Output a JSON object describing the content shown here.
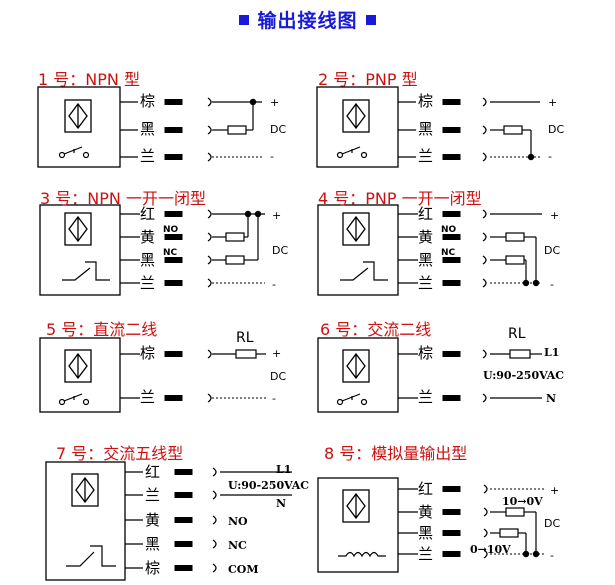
{
  "title": "输出接线图",
  "wires": {
    "brown": "棕",
    "black": "黑",
    "blue": "兰",
    "red": "红",
    "yellow": "黄"
  },
  "symbols": {
    "plus": "+",
    "minus": "-",
    "dc": "DC",
    "no": "NO",
    "nc": "NC",
    "com": "COM",
    "l1": "L1",
    "n": "N",
    "rl": "RL",
    "v_ac": "U:90-250VAC",
    "range_10_0": "10→0V",
    "range_0_10": "0→10V"
  },
  "sections": [
    {
      "title": "1 号：NPN 型"
    },
    {
      "title": "2 号：PNP 型"
    },
    {
      "title": "3 号：NPN 一开一闭型"
    },
    {
      "title": "4 号：PNP 一开一闭型"
    },
    {
      "title": "5 号：直流二线"
    },
    {
      "title": "6 号：交流二线"
    },
    {
      "title": "7 号：交流五线型"
    },
    {
      "title": "8 号：模拟量输出型"
    }
  ]
}
